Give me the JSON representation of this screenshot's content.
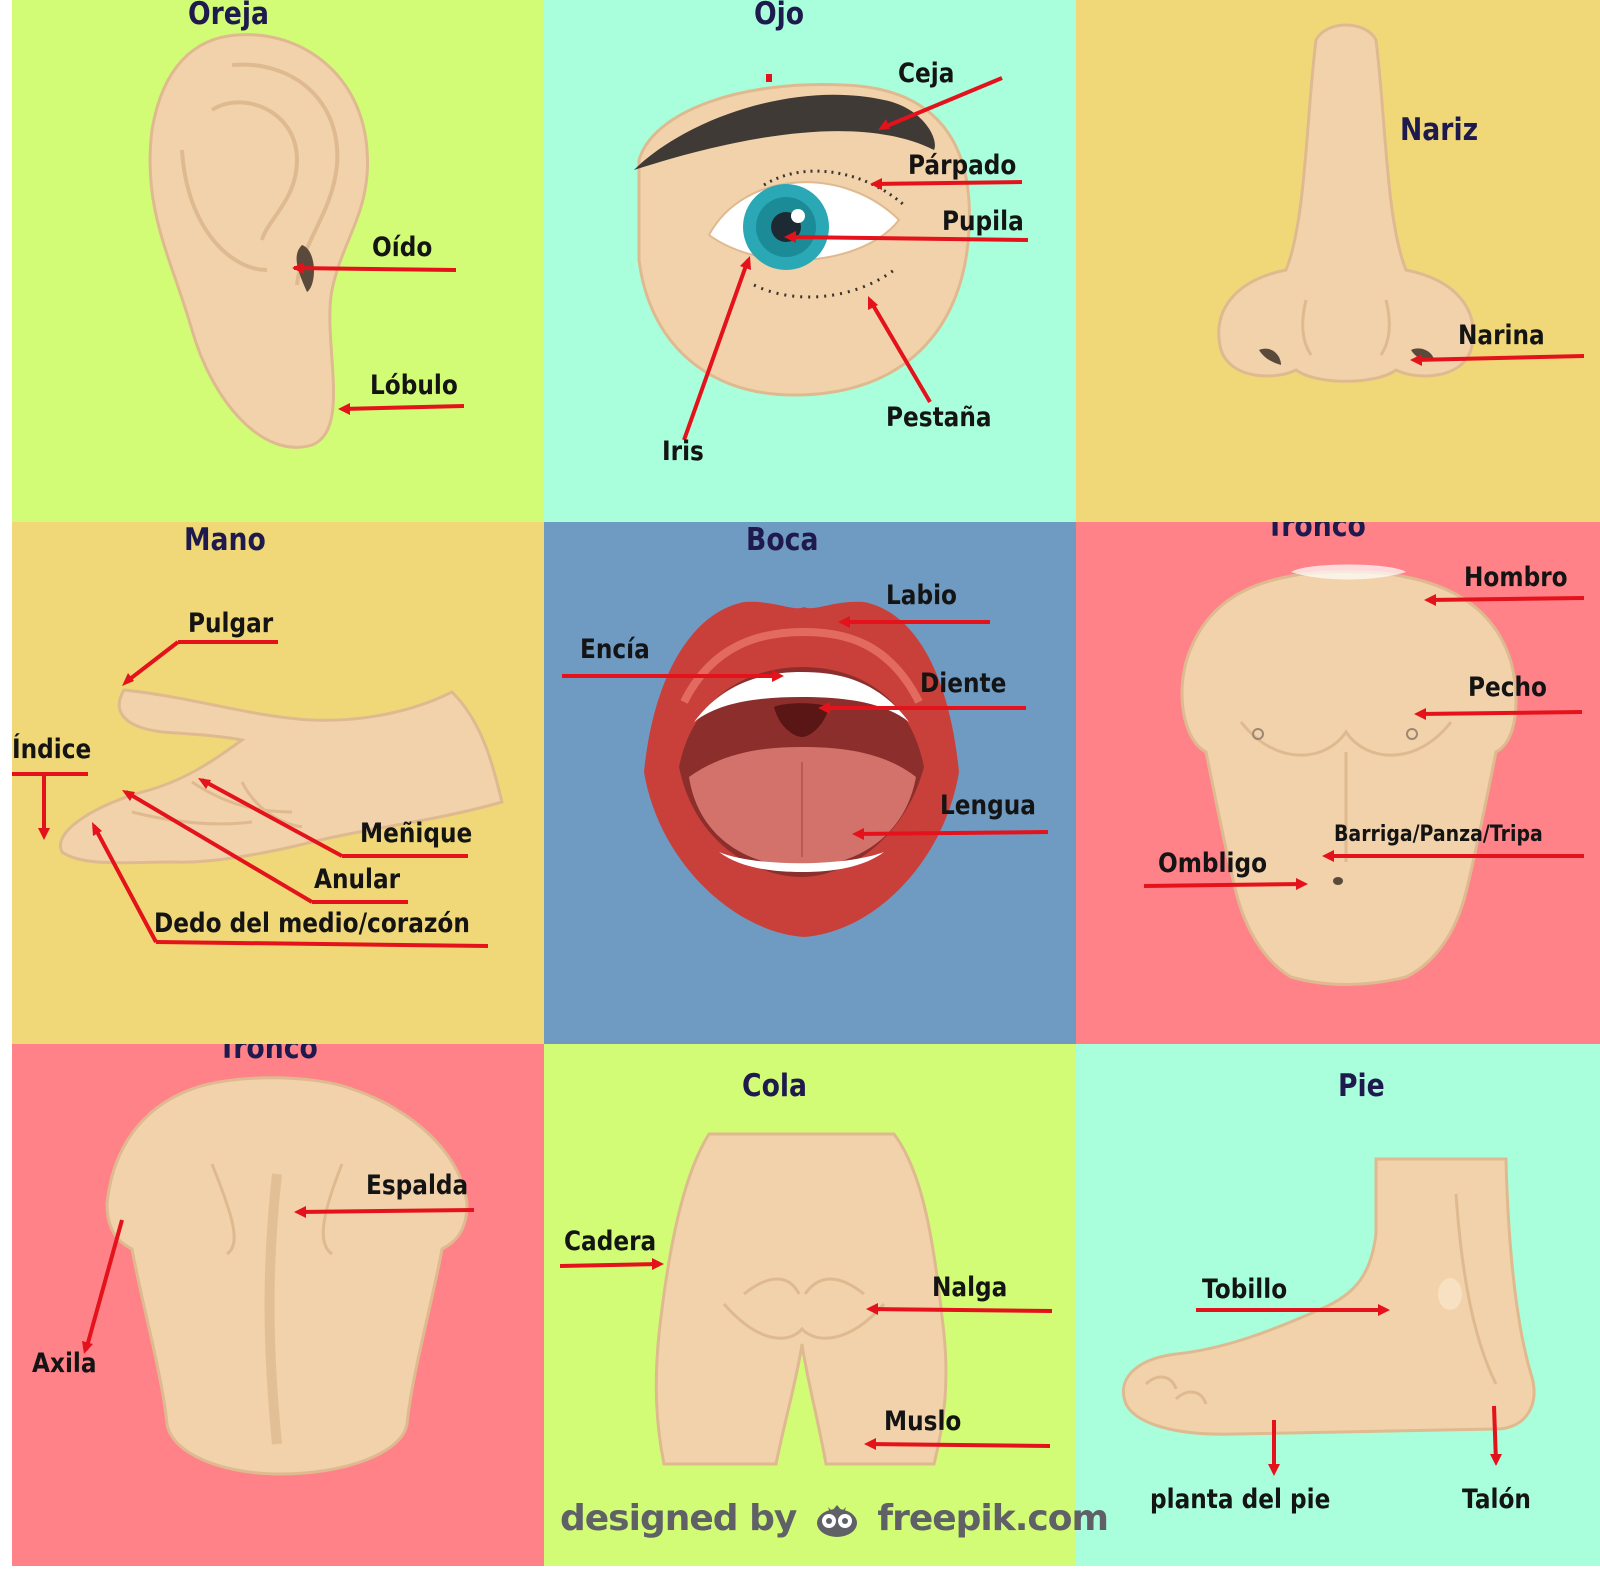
{
  "colors": {
    "lime": "#d2fc76",
    "mint": "#a9ffdc",
    "sand": "#f0d878",
    "blue": "#6f9ac1",
    "coral": "#ff8288",
    "skin": "#f2d2aa",
    "skin_line": "#dfba90",
    "arrow": "#e3121b",
    "title": "#1f1a4e"
  },
  "panels": [
    {
      "id": "oreja",
      "title": "Oreja",
      "labels": [
        "Oído",
        "Lóbulo"
      ]
    },
    {
      "id": "ojo",
      "title": "Ojo",
      "labels": [
        "Ceja",
        "Párpado",
        "Pupila",
        "Iris",
        "Pestaña"
      ]
    },
    {
      "id": "nariz",
      "title": "Nariz",
      "labels": [
        "Narina"
      ]
    },
    {
      "id": "mano",
      "title": "Mano",
      "labels": [
        "Pulgar",
        "Índice",
        "Meñique",
        "Anular",
        "Dedo del medio/corazón"
      ]
    },
    {
      "id": "boca",
      "title": "Boca",
      "labels": [
        "Labio",
        "Encía",
        "Diente",
        "Lengua"
      ]
    },
    {
      "id": "tronco-frente",
      "title": "Tronco",
      "labels": [
        "Hombro",
        "Pecho",
        "Barriga/Panza/Tripa",
        "Ombligo"
      ]
    },
    {
      "id": "tronco-espalda",
      "title": "Tronco",
      "labels": [
        "Espalda",
        "Axila"
      ]
    },
    {
      "id": "cola",
      "title": "Cola",
      "labels": [
        "Cadera",
        "Nalga",
        "Muslo"
      ]
    },
    {
      "id": "pie",
      "title": "Pie",
      "labels": [
        "Tobillo",
        "planta del pie",
        "Talón"
      ]
    }
  ],
  "credit": {
    "prefix": "designed by",
    "brand": "freepik.com",
    "logo_icon": "freepik-owl-icon"
  }
}
